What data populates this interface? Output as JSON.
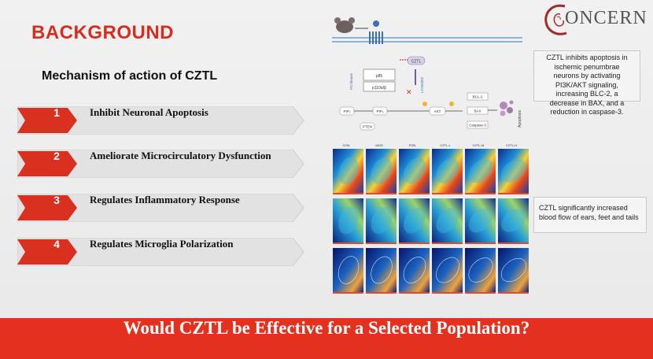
{
  "title": "BACKGROUND",
  "subtitle": "Mechanism of action of CZTL",
  "logo": {
    "text": "ONCERN",
    "icon": "c-swirl-logo-icon"
  },
  "items": [
    {
      "num": "1",
      "label": "Inhibit Neuronal Apoptosis"
    },
    {
      "num": "2",
      "label": "Ameliorate Microcirculatory Dysfunction"
    },
    {
      "num": "3",
      "label": "Regulates Inflammatory Response"
    },
    {
      "num": "4",
      "label": "Regulates Microglia Polarization"
    }
  ],
  "notes": [
    "CZTL inhibits apoptosis in ischemic penumbrae neurons by activating PI3K/AKT signaling, increasing BLC-2, a decrease in BAX, and a reduction in caspase-3.",
    "CZTL significantly increased blood flow of ears, feet and tails"
  ],
  "pathway": {
    "labels": [
      "p85",
      "p110α/β",
      "CZTL",
      "LY294002",
      "PIP₂",
      "PIP₃",
      "PTEN",
      "AKT",
      "BCL-2",
      "BAX",
      "Caspase-3",
      "Apoptosis",
      "PI3 kinase"
    ]
  },
  "laser_grid": {
    "columns": [
      "CON",
      "MOD",
      "PGN",
      "CZTL-L",
      "CZTL-M",
      "CZTL-H"
    ],
    "rows": 3
  },
  "footer": "Would CZTL be Effective for a Selected Population?",
  "colors": {
    "accent": "#d62d1f",
    "footer": "#e4311f",
    "arrow_red": "#d9301f",
    "band": "#dcdcdc"
  }
}
